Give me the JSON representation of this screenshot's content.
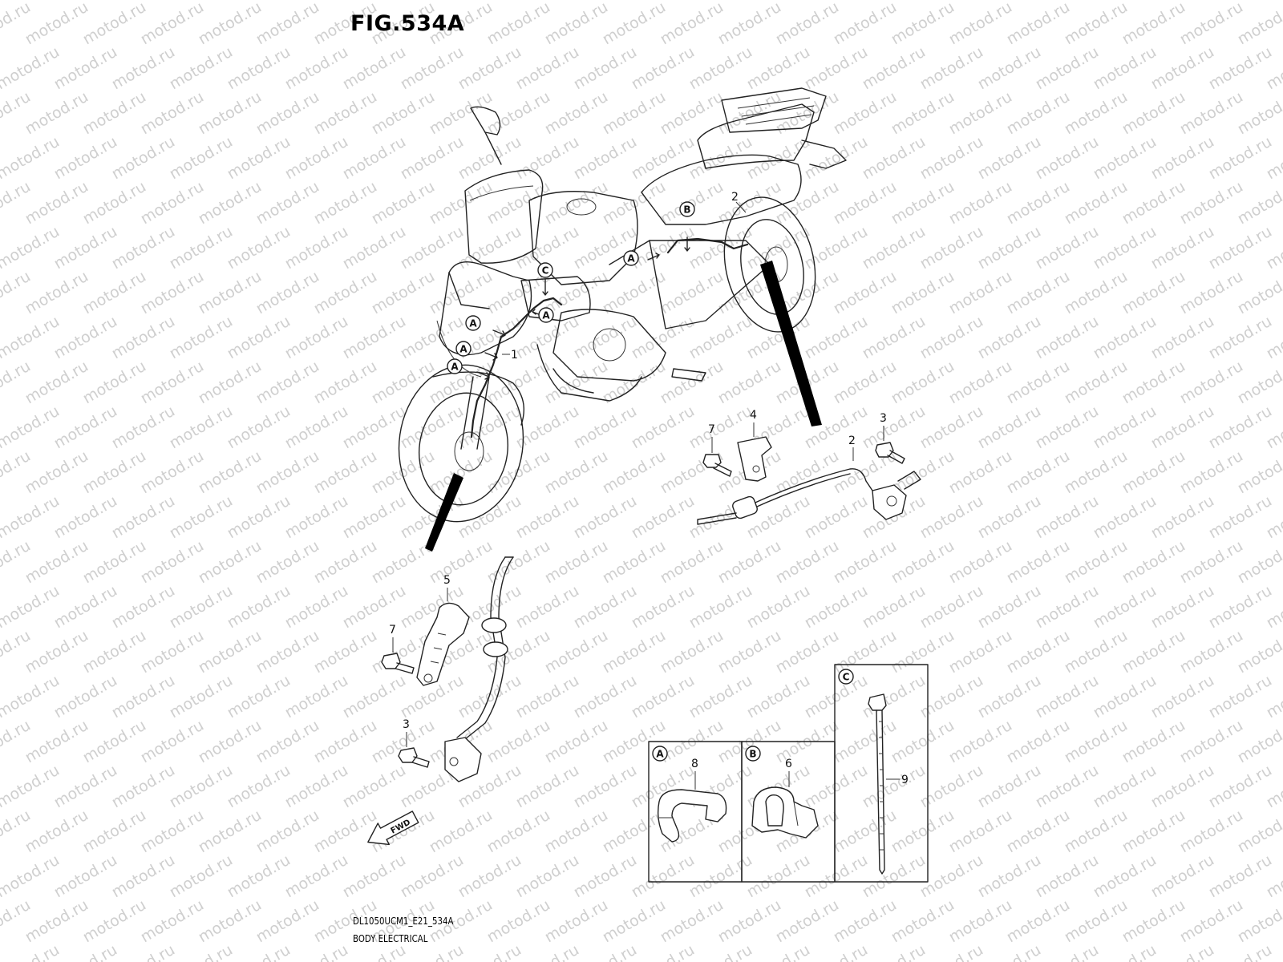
{
  "figure": {
    "title": "FIG.534A",
    "code": "DL1050UCM1_E21_534A",
    "name": "BODY ELECTRICAL"
  },
  "watermark": {
    "text": "motod.ru"
  },
  "callouts": {
    "harness_1": "1",
    "sensor_2_top": "2",
    "sensor_2": "2",
    "bolt_3_rear": "3",
    "bolt_3_front": "3",
    "bracket_4": "4",
    "bracket_5": "5",
    "clamp_6": "6",
    "bolt_7_rear": "7",
    "bolt_7_front": "7",
    "clamp_8": "8",
    "tie_9": "9"
  },
  "markers": {
    "a": "A",
    "b": "B",
    "c": "C"
  },
  "fwd_label": "FWD"
}
